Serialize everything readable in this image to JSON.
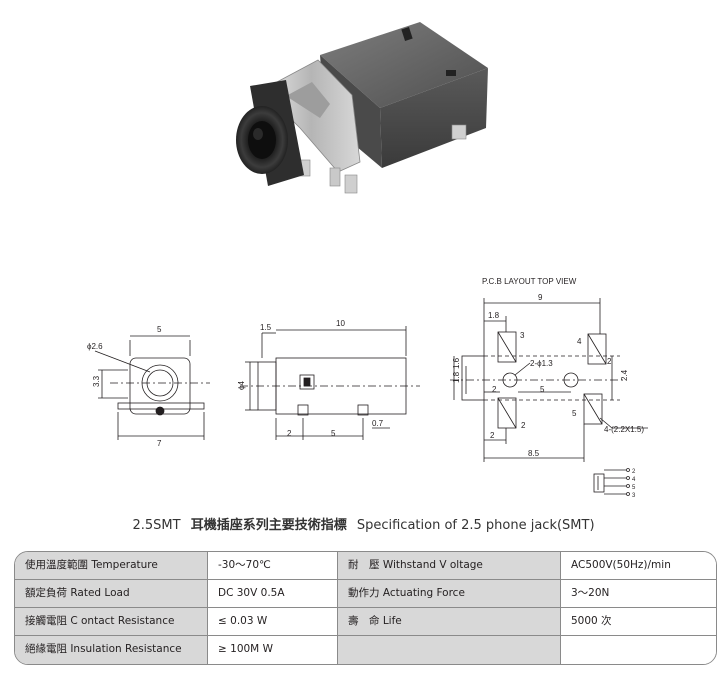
{
  "pcb": {
    "title": "P.C.B LAYOUT   TOP VIEW",
    "dims": [
      "9",
      "1.8",
      "1.6",
      "1.8",
      "2",
      "5",
      "2.4",
      "8.5",
      "2",
      "2-ϕ1.3",
      "4-(2.2X1.5)"
    ],
    "pad_labels": [
      "3",
      "4",
      "2",
      "2",
      "5"
    ],
    "schematic_pins": [
      "2",
      "4",
      "5",
      "3"
    ]
  },
  "front_view": {
    "dims": [
      "5",
      "ϕ2.6",
      "3.3",
      "7"
    ]
  },
  "side_view": {
    "dims": [
      "1.5",
      "10",
      "ϕ4",
      "2",
      "5",
      "0.7"
    ]
  },
  "caption": {
    "model": "2.5SMT",
    "chinese": "耳機插座系列主要技術指標",
    "english": "Specification of 2.5 phone jack(SMT)"
  },
  "spec_table": {
    "rows": [
      {
        "label1": "使用溫度範圍 Temperature",
        "value1": "-30～70℃",
        "label2": "耐　壓  Withstand V oltage",
        "value2": "AC500V(50Hz)/min"
      },
      {
        "label1": "額定負荷  Rated Load",
        "value1": "DC  30V  0.5A",
        "label2": "動作力  Actuating Force",
        "value2": "3～20N"
      },
      {
        "label1": "接觸電阻  C ontact Resistance",
        "value1": "≤ 0.03 W",
        "label2": "壽　命  Life",
        "value2": "5000 次"
      },
      {
        "label1": "絕緣電阻  Insulation Resistance",
        "value1": "≥ 100M W",
        "label2": "",
        "value2": ""
      }
    ]
  }
}
